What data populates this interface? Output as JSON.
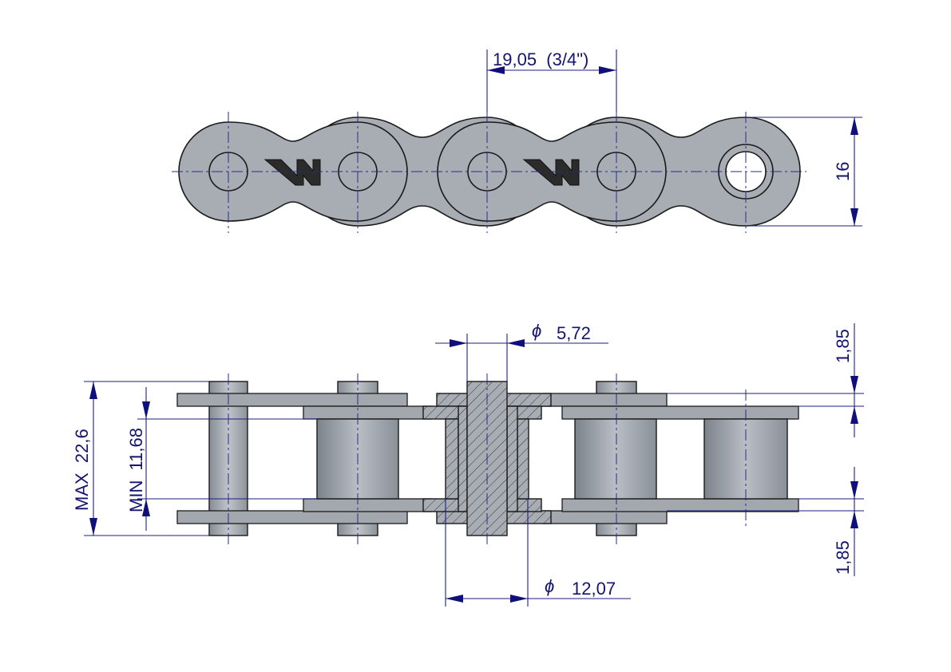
{
  "title": "Roller chain 12B-1 technical drawing",
  "colors": {
    "plate": "#a8adb4",
    "dimension": "#14146e",
    "outline": "#1a1a1a"
  },
  "logo_text": "W",
  "dimensions": {
    "pitch": "19,05  (3/4\")",
    "plate_height": "16",
    "pin_diameter": "5,72",
    "roller_diameter": "12,07",
    "max_width": "MAX  22,6",
    "min_inner_width": "MIN  11,68",
    "plate_thickness_top": "1,85",
    "plate_thickness_bottom": "1,85",
    "diameter_symbol": "ϕ"
  }
}
